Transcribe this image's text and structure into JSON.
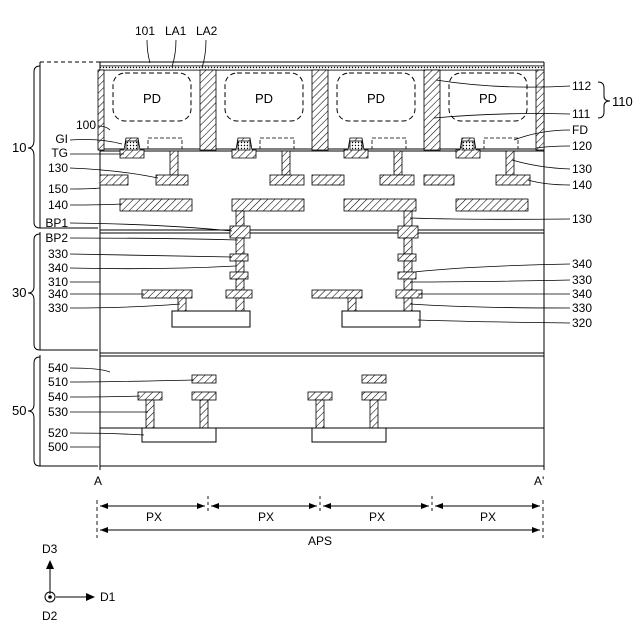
{
  "top_labels": [
    "101",
    "LA1",
    "LA2"
  ],
  "pixel_labels": [
    "PD",
    "PD",
    "PD",
    "PD"
  ],
  "left_labels": [
    "100",
    "GI",
    "TG",
    "130",
    "150",
    "140",
    "BP1",
    "BP2",
    "330",
    "340",
    "310",
    "340",
    "330",
    "540",
    "510",
    "540",
    "530",
    "520",
    "500"
  ],
  "right_labels": [
    "112",
    "111",
    "FD",
    "120",
    "130",
    "140",
    "130",
    "340",
    "330",
    "340",
    "330",
    "320"
  ],
  "brace_labels": {
    "upper": "10",
    "middle": "30",
    "lower": "50",
    "right": "110"
  },
  "section_labels": {
    "left": "A",
    "right": "A'"
  },
  "dimension_labels": [
    "PX",
    "PX",
    "PX",
    "PX"
  ],
  "aps_label": "APS",
  "axes": {
    "up": "D3",
    "right": "D1",
    "out": "D2"
  }
}
